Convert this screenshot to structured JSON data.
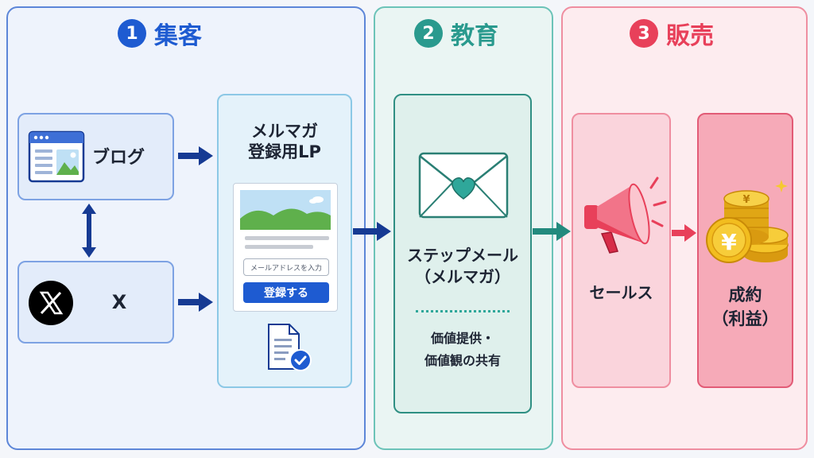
{
  "stages": [
    {
      "number": "1",
      "title": "集客",
      "color": "#1e5bd1"
    },
    {
      "number": "2",
      "title": "教育",
      "color": "#2a9a8e"
    },
    {
      "number": "3",
      "title": "販売",
      "color": "#e8405a"
    }
  ],
  "sources": {
    "blog_label": "ブログ",
    "x_label": "X"
  },
  "lp": {
    "title_line1": "メルマガ",
    "title_line2": "登録用LP",
    "email_placeholder": "メールアドレスを入力",
    "submit_label": "登録する"
  },
  "education": {
    "title_line1": "ステップメール",
    "title_line2": "（メルマガ）",
    "desc_line1": "価値提供・",
    "desc_line2": "価値観の共有"
  },
  "sales": {
    "sales_label": "セールス",
    "close_line1": "成約",
    "close_line2": "（利益）",
    "coin_symbol": "¥"
  },
  "icons": [
    "browser-window-icon",
    "x-logo-icon",
    "document-check-icon",
    "envelope-heart-icon",
    "megaphone-icon",
    "coin-stack-icon"
  ],
  "colors": {
    "blue": "#1e5bd1",
    "teal": "#2a9a8e",
    "pink": "#e8405a",
    "navy": "#163a93"
  }
}
